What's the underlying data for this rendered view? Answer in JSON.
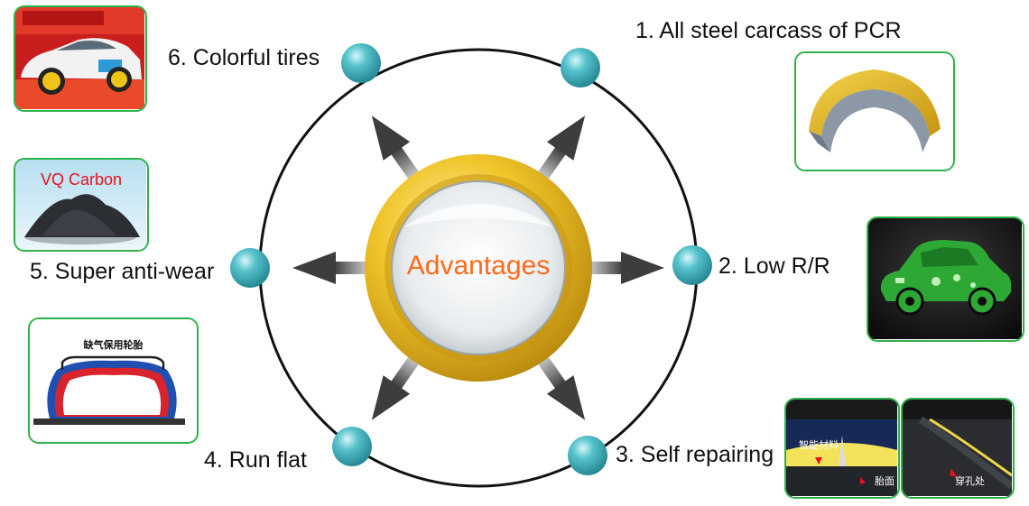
{
  "center_label": "Advantages",
  "advantages": [
    {
      "label": "1. All steel carcass of PCR"
    },
    {
      "label": "2. Low R/R"
    },
    {
      "label": "3. Self repairing"
    },
    {
      "label": "4. Run flat"
    },
    {
      "label": "5. Super anti-wear"
    },
    {
      "label": "6. Colorful tires"
    }
  ],
  "images": {
    "carbon_caption": "VQ Carbon",
    "runflat_caption": "缺气保用轮胎",
    "repair_material": "智能材料",
    "repair_tread": "胎面",
    "repair_puncture": "穿孔处"
  },
  "colors": {
    "card_border": "#2db24a",
    "node": "#3aa7b5",
    "center_text": "#ff6a1a",
    "ring_gold": "#e9b71b",
    "carbon_caption": "#e8121a"
  }
}
